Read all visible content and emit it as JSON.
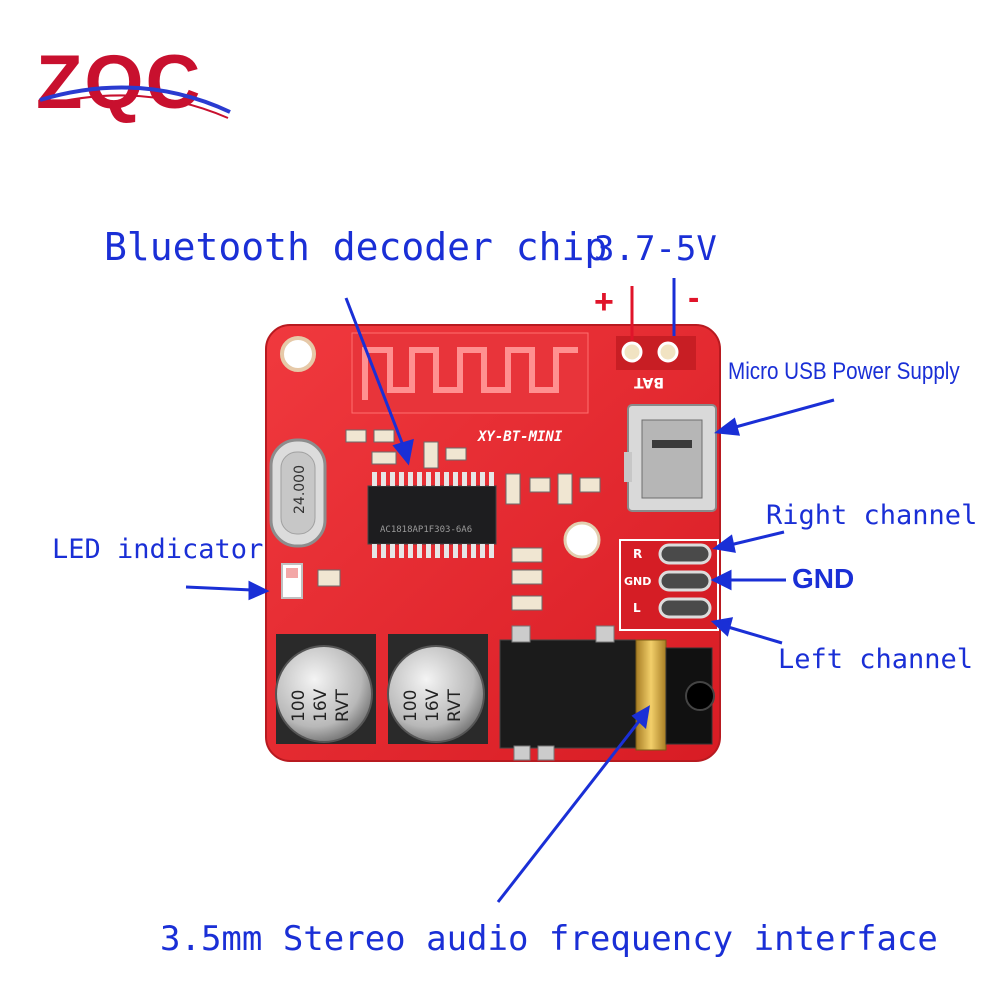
{
  "logo": {
    "text": "ZQC",
    "color": "#c8102e",
    "swoosh": "#2a3bd0"
  },
  "board": {
    "model": "XY-BT-MINI",
    "chip_marking": "AC1818AP1F303-6A6",
    "crystal": "24.000",
    "silk_bat": "BAT",
    "silk_r": "R",
    "silk_gnd": "GND",
    "silk_l": "L",
    "cap_left": [
      "100",
      "16V",
      "RVT"
    ],
    "cap_right": [
      "100",
      "16V",
      "RVT"
    ],
    "colors": {
      "pcb": "#e8242c",
      "pcb_dark": "#b0141c",
      "gold": "#d9b24a"
    }
  },
  "labels": {
    "bt_chip": "Bluetooth decoder chip",
    "voltage": "3.7-5V",
    "plus": "+",
    "minus": "-",
    "usb": "Micro USB Power Supply",
    "right": "Right channel",
    "gnd": "GND",
    "left": "Left channel",
    "led": "LED indicator",
    "jack": "3.5mm Stereo audio frequency interface"
  },
  "colors": {
    "label": "#1a2fd6",
    "accent": "#e0142a"
  }
}
